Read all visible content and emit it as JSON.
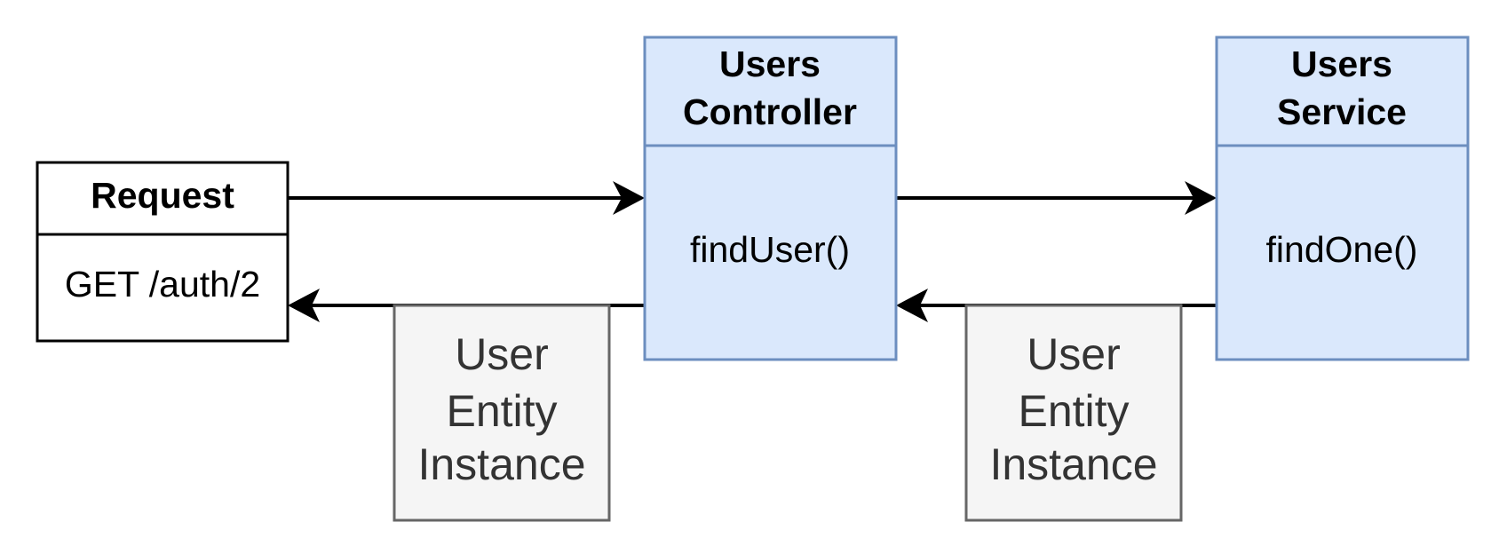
{
  "colors": {
    "class_fill": "#dae8fc",
    "class_stroke": "#6c8ebf",
    "entity_fill": "#f5f5f5",
    "entity_stroke": "#666666",
    "entity_text": "#333333",
    "request_stroke": "#000000",
    "arrow": "#000000",
    "background": "#ffffff"
  },
  "request": {
    "title": "Request",
    "body": "GET /auth/2"
  },
  "controller": {
    "title_line1": "Users",
    "title_line2": "Controller",
    "method": "findUser()"
  },
  "service": {
    "title_line1": "Users",
    "title_line2": "Service",
    "method": "findOne()"
  },
  "entity_notes": [
    {
      "line1": "User",
      "line2": "Entity",
      "line3": "Instance"
    },
    {
      "line1": "User",
      "line2": "Entity",
      "line3": "Instance"
    }
  ],
  "edges": [
    {
      "from": "request",
      "to": "controller"
    },
    {
      "from": "controller",
      "to": "service"
    },
    {
      "from": "service",
      "to": "controller"
    },
    {
      "from": "controller",
      "to": "request"
    }
  ]
}
